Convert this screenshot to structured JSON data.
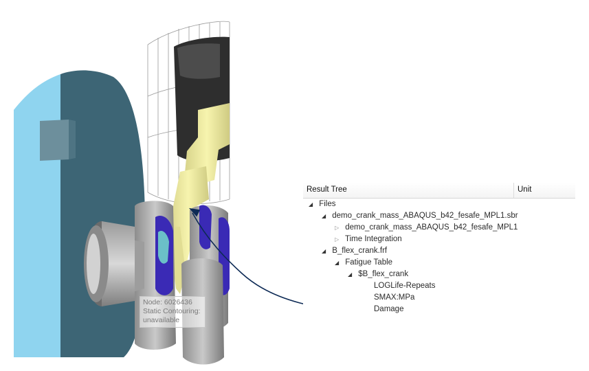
{
  "tooltip": {
    "node": "Node: 6026436",
    "static": "Static Contouring:",
    "status": "unavailable"
  },
  "result_tree": {
    "columns": {
      "name": "Result Tree",
      "unit": "Unit"
    },
    "items": [
      {
        "label": "Files",
        "state": "expanded"
      },
      {
        "label": "demo_crank_mass_ABAQUS_b42_fesafe_MPL1.sbr",
        "state": "expanded"
      },
      {
        "label": "demo_crank_mass_ABAQUS_b42_fesafe_MPL1",
        "state": "collapsed"
      },
      {
        "label": "Time Integration",
        "state": "collapsed"
      },
      {
        "label": "B_flex_crank.frf",
        "state": "expanded"
      },
      {
        "label": "Fatigue Table",
        "state": "expanded"
      },
      {
        "label": "$B_flex_crank",
        "state": "expanded"
      },
      {
        "label": "LOGLife-Repeats",
        "state": "leaf"
      },
      {
        "label": "SMAX:MPa",
        "state": "leaf"
      },
      {
        "label": "Damage",
        "state": "leaf"
      }
    ]
  },
  "icons": {
    "expanded": "expanded-triangle-icon",
    "collapsed": "collapsed-triangle-icon"
  },
  "colors": {
    "flywheel_face": "#3d6575",
    "flywheel_rim": "#8fd4ef",
    "conrod": "#f1ee9c",
    "annotation_arrow": "#0d2a55"
  }
}
